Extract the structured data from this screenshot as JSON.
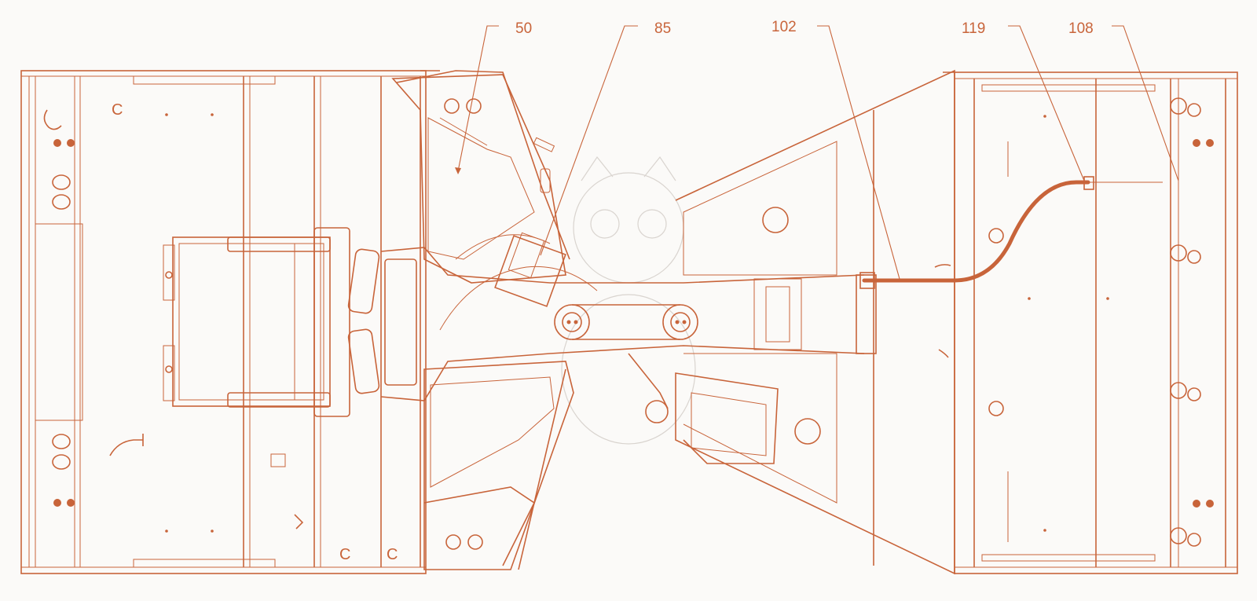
{
  "callouts": [
    {
      "id": "50"
    },
    {
      "id": "85"
    },
    {
      "id": "102"
    },
    {
      "id": "119"
    },
    {
      "id": "108"
    }
  ],
  "colors": {
    "line": "#c8643a",
    "background": "#fbfaf8"
  },
  "stamp_text": "C"
}
